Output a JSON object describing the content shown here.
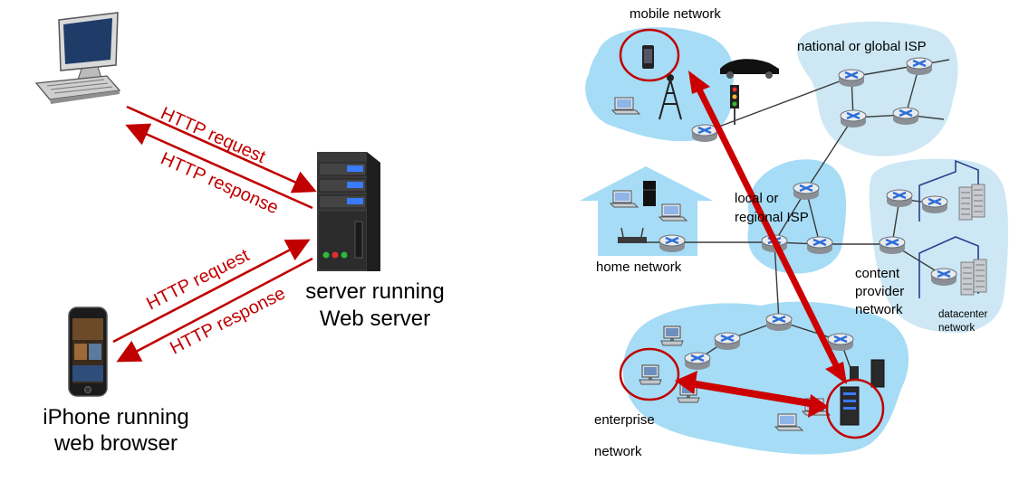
{
  "left": {
    "http_labels": [
      "HTTP request",
      "HTTP response",
      "HTTP request",
      "HTTP response"
    ],
    "server_label": [
      "server running",
      "Web server"
    ],
    "iphone_label": [
      "iPhone running",
      "web browser"
    ]
  },
  "right": {
    "mobile_network": "mobile network",
    "national_isp": "national or global ISP",
    "regional_isp": [
      "local or",
      "regional ISP"
    ],
    "home_network": "home network",
    "content_provider": [
      "content",
      "provider",
      "network"
    ],
    "datacenter": [
      "datacenter",
      "network"
    ],
    "enterprise": [
      "enterprise",
      "network"
    ]
  },
  "colors": {
    "arrow_red": "#c00000",
    "cloud_blue": "#a6dcf5",
    "cloud_light": "#cde8f4",
    "router_blue": "#2b6ed9"
  }
}
